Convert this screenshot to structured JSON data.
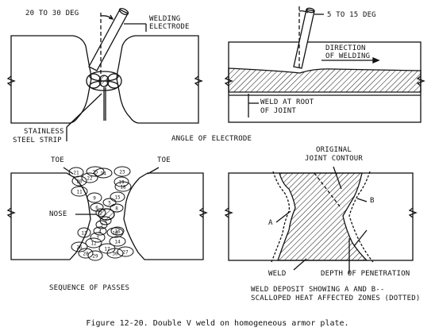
{
  "labels": {
    "angle1": "20 TO 30 DEG",
    "welding_electrode_1": "WELDING",
    "welding_electrode_2": "ELECTRODE",
    "stainless_1": "STAINLESS",
    "stainless_2": "STEEL STRIP",
    "angle2": "5 TO 15 DEG",
    "direction_1": "DIRECTION",
    "direction_2": "OF WELDING",
    "weld_root_1": "WELD AT ROOT",
    "weld_root_2": "OF JOINT",
    "angle_of_electrode": "ANGLE OF ELECTRODE",
    "toe_left": "TOE",
    "toe_right": "TOE",
    "nose": "NOSE",
    "sequence_of_passes": "SEQUENCE OF PASSES",
    "original_1": "ORIGINAL",
    "original_2": "JOINT CONTOUR",
    "label_a": "A",
    "label_b": "B",
    "weld": "WELD",
    "depth": "DEPTH OF PENETRATION",
    "weld_deposit_1": "WELD DEPOSIT SHOWING A AND B--",
    "weld_deposit_2": "SCALLOPED HEAT AFFECTED ZONES (DOTTED)"
  },
  "pass_numbers": [
    "1",
    "2",
    "3",
    "4",
    "5",
    "6",
    "7",
    "8",
    "9",
    "10",
    "11",
    "12",
    "13",
    "14",
    "15",
    "16",
    "17",
    "18",
    "19",
    "20",
    "21",
    "22",
    "23",
    "24",
    "25",
    "26",
    "27",
    "28",
    "29",
    "30"
  ],
  "caption": "Figure 12-20.  Double V weld on homogeneous armor plate."
}
